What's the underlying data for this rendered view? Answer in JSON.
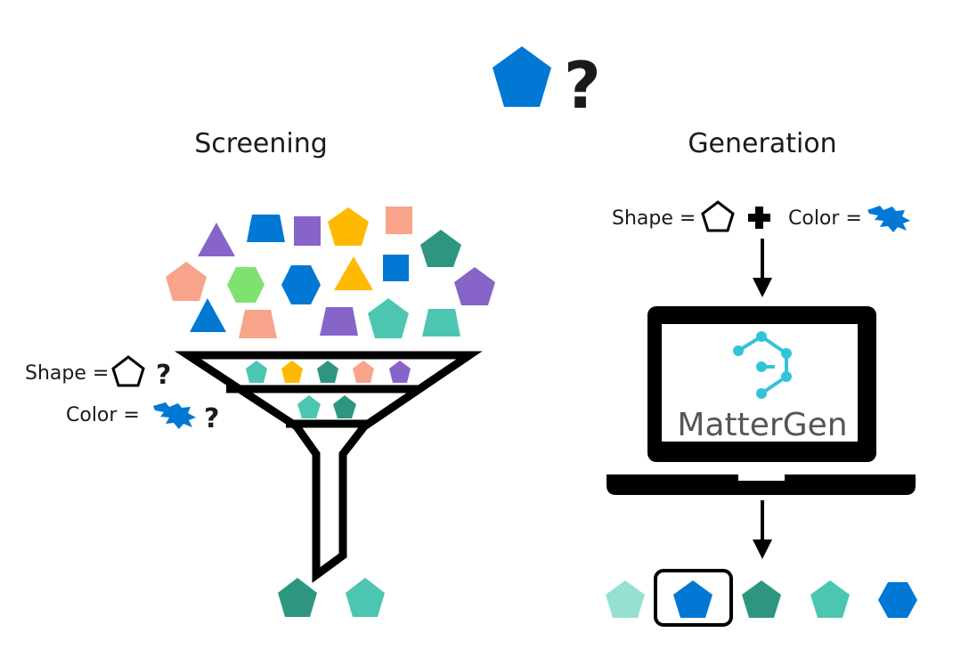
{
  "colors": {
    "blue": "#0078d4",
    "purple": "#8764c8",
    "yellow": "#ffb900",
    "salmon": "#f7a48a",
    "teal_dark": "#2e9680",
    "teal": "#4cc6b0",
    "teal_light": "#96e0d2",
    "green": "#7fe270",
    "black": "#000000"
  },
  "header": {
    "query_mark": "?"
  },
  "screening": {
    "title": "Screening",
    "criteria": [
      {
        "label": "Shape =",
        "mark": "?",
        "icon": "pentagon-outline-icon"
      },
      {
        "label": "Color =",
        "mark": "?",
        "icon": "blue-paint-splash-icon"
      }
    ]
  },
  "generation": {
    "title": "Generation",
    "shape_label": "Shape =",
    "color_label": "Color =",
    "plus_icon": "plus-icon",
    "app_name": "MatterGen",
    "logo_icon": "mattergen-molecule-logo-icon"
  }
}
